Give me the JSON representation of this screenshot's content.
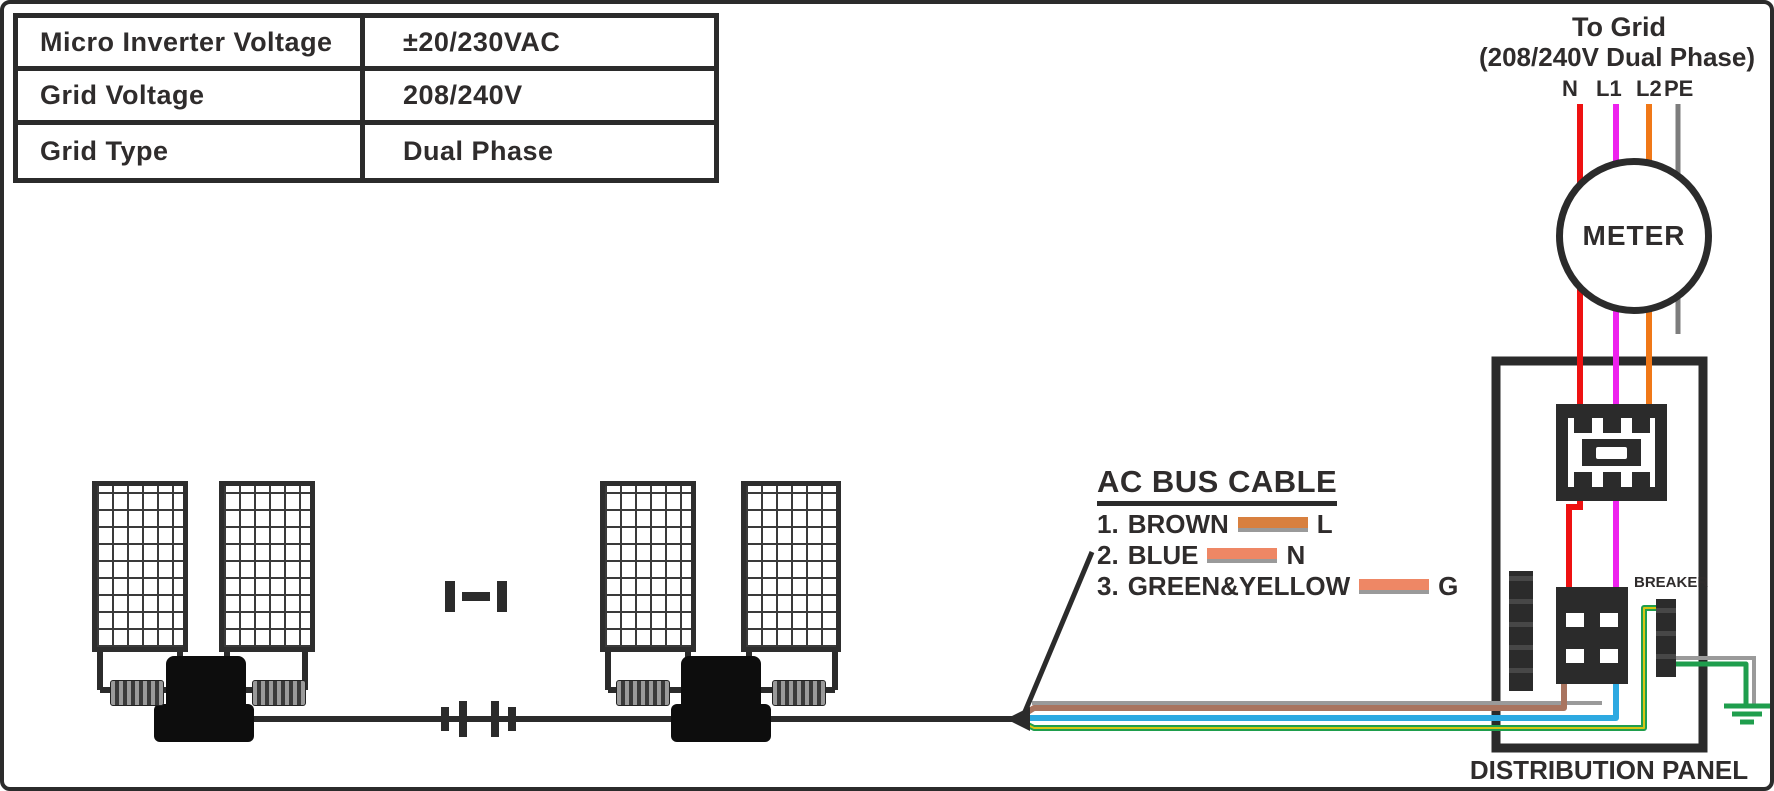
{
  "spec_table": {
    "rows": [
      {
        "label": "Micro Inverter Voltage",
        "value": "±20/230VAC"
      },
      {
        "label": "Grid Voltage",
        "value": "208/240V"
      },
      {
        "label": "Grid Type",
        "value": "Dual Phase"
      }
    ]
  },
  "ac_legend": {
    "title": "AC BUS CABLE",
    "items": [
      {
        "num": "1.",
        "name": "BROWN",
        "tag": "L",
        "swatch_style": "background:#d8803f;border-bottom:4px solid #9a9a9a"
      },
      {
        "num": "2.",
        "name": "BLUE",
        "tag": "N",
        "swatch_style": "background:#ee8765;border-bottom:4px solid #9a9a9a"
      },
      {
        "num": "3.",
        "name": "GREEN&YELLOW",
        "tag": "G",
        "swatch_style": "background:#ee8765;border-bottom:4px solid #9a9a9a"
      }
    ]
  },
  "to_grid": {
    "line1": "To Grid",
    "line2": "(208/240V Dual Phase)",
    "wire_labels": [
      "N",
      "L1",
      "L2",
      "PE"
    ]
  },
  "meter": {
    "label": "METER"
  },
  "distribution": {
    "panel_label": "DISTRIBUTION PANEL",
    "breaker_label": "BREAKER"
  },
  "colors": {
    "outline": "#2b2b2b",
    "red": "#ee1111",
    "magenta": "#ee22ee",
    "orange": "#f07818",
    "gray": "#7d7d7d",
    "shadow": "#9a9a9a",
    "brown": "#a9745f",
    "blue": "#2da9e1",
    "green": "#1f9e4d",
    "yellow": "#d6c513"
  }
}
